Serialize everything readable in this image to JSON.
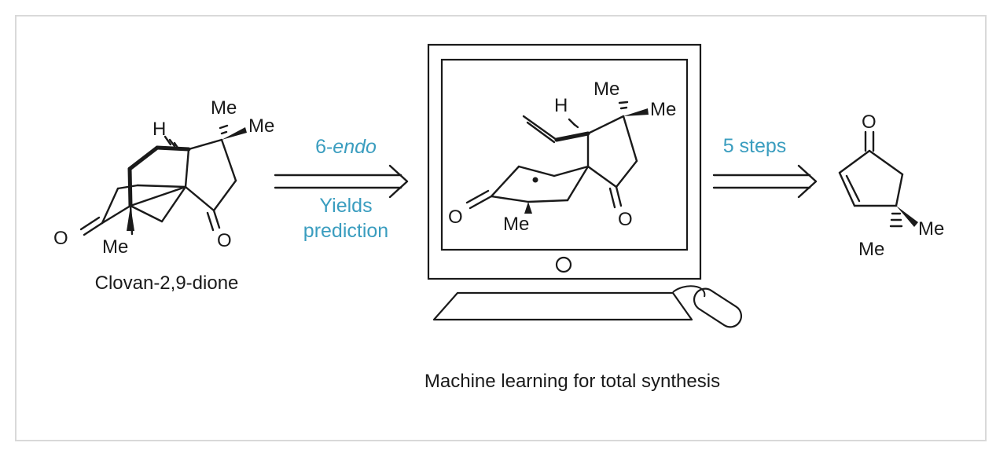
{
  "colors": {
    "accent": "#3a9dbf",
    "ink": "#1a1a1a",
    "frame": "#d9d9d9"
  },
  "left_molecule": {
    "name": "Clovan-2,9-dione",
    "atoms": {
      "h": "H",
      "me1": "Me",
      "me2": "Me",
      "me3": "Me",
      "o1": "O",
      "o2": "O"
    }
  },
  "arrow1": {
    "label_prefix": "6-",
    "label_italic": "endo",
    "label_line2": "Yields",
    "label_line3": "prediction"
  },
  "center_molecule": {
    "atoms": {
      "h": "H",
      "me1": "Me",
      "me2": "Me",
      "me3": "Me",
      "o1": "O",
      "o2": "O"
    }
  },
  "monitor": {
    "button_icon": "power-button-icon"
  },
  "arrow2": {
    "label": "5 steps"
  },
  "right_molecule": {
    "atoms": {
      "o": "O",
      "me1": "Me",
      "me2": "Me"
    }
  },
  "caption": "Machine learning for total synthesis"
}
